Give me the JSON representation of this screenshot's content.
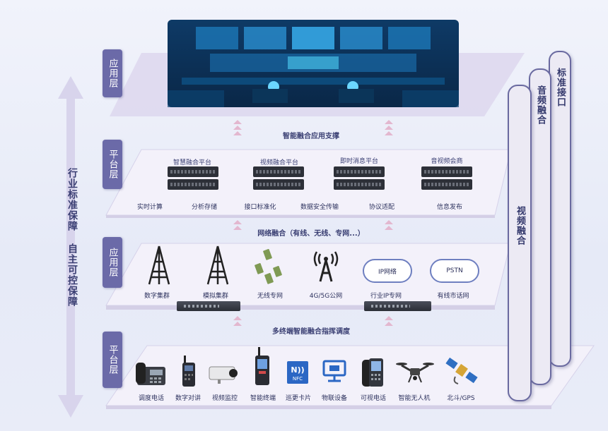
{
  "tiers": [
    "应用层",
    "平台层",
    "应用层",
    "平台层"
  ],
  "left_label": {
    "part1": "行业标准保障",
    "part2": "自主可控保障"
  },
  "pillars": [
    "视频融合",
    "音频融合",
    "标准接口"
  ],
  "captions": {
    "app_support": "智能融合应用支撑",
    "network_fusion": "网络融合（有线、无线、专网...）",
    "dispatch": "多终端智能融合指挥调度"
  },
  "platforms": [
    "智慧融合平台",
    "视频融合平台",
    "即时消息平台",
    "音视频会商"
  ],
  "platform_functions": [
    "实时计算",
    "分析存储",
    "接口标准化",
    "数据安全传输",
    "协议适配",
    "信息发布"
  ],
  "networks": [
    "数字集群",
    "模拟集群",
    "无线专网",
    "4G/5G公网",
    "行业IP专网",
    "有线市话网"
  ],
  "clouds": [
    "IP网络",
    "PSTN"
  ],
  "terminals": [
    "调度电话",
    "数字对讲",
    "视频监控",
    "智能终端",
    "巡更卡片",
    "物联设备",
    "可视电话",
    "智能无人机",
    "北斗/GPS"
  ],
  "icon_labels": {
    "nfc": "NFC"
  },
  "colors": {
    "tier": "#6b6aa8",
    "platform_fill": "#f3f1fa",
    "platform_stroke": "#cfcbe6",
    "pillar_border": "#6a6aa0",
    "arrow": "#e3b7cf",
    "screen": "#1f6ea8"
  }
}
